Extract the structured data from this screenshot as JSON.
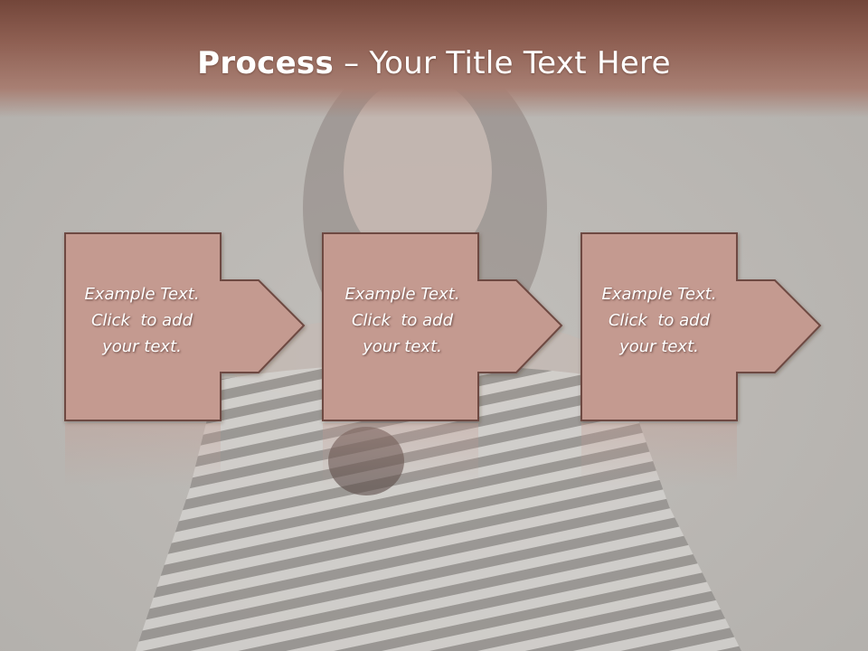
{
  "slide": {
    "title_bold": "Process",
    "title_rest": " – Your Title Text Here"
  },
  "steps": [
    {
      "lines": [
        "Example Text.",
        "Click  to add",
        "your text."
      ]
    },
    {
      "lines": [
        "Example Text.",
        "Click  to add",
        "your text."
      ]
    },
    {
      "lines": [
        "Example Text.",
        "Click  to add",
        "your text."
      ]
    }
  ],
  "colors": {
    "header": "#8e5f52",
    "box_fill": "#c49a90",
    "box_stroke": "#6e4a42",
    "background": "#b9b6b2"
  }
}
